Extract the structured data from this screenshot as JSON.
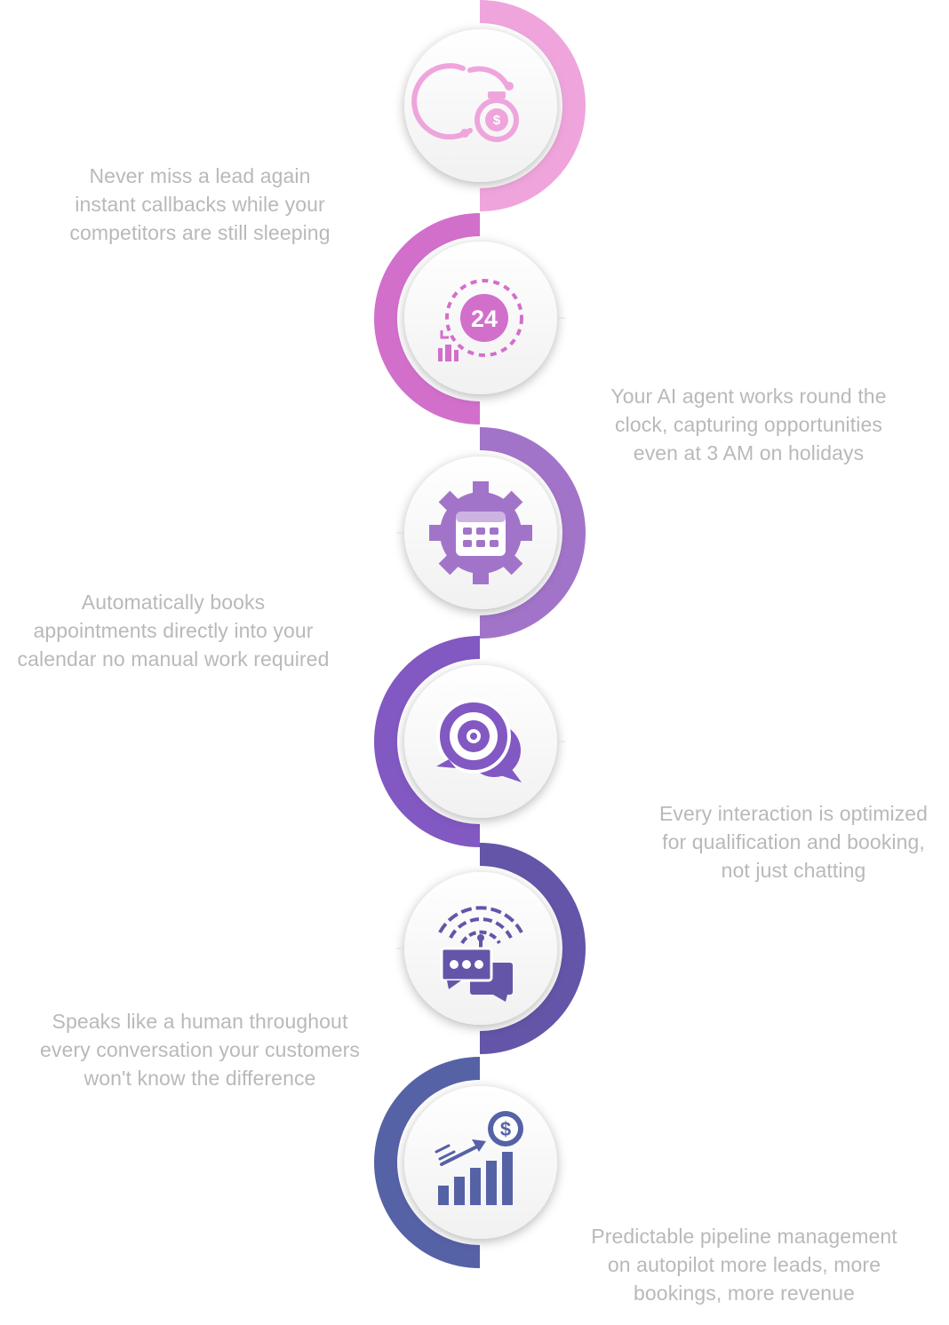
{
  "steps": [
    {
      "icon": "stopwatch-dollar-icon",
      "color": "#EFA5DC",
      "side": "right",
      "caption": "Never miss a lead again\ninstant callbacks while your\ncompetitors are still sleeping"
    },
    {
      "icon": "clock-24-hours-icon",
      "color": "#D26FCB",
      "side": "left",
      "icon_text": "24",
      "caption": "Your AI agent works round the\nclock, capturing opportunities\neven at 3 AM on holidays"
    },
    {
      "icon": "calendar-gear-icon",
      "color": "#A274C9",
      "side": "right",
      "caption": "Automatically books\nappointments directly into your\ncalendar no manual work required"
    },
    {
      "icon": "chat-bubbles-target-icon",
      "color": "#8258C2",
      "side": "left",
      "caption": "Every interaction is optimized\nfor qualification and booking,\nnot just chatting"
    },
    {
      "icon": "wireless-chat-icon",
      "color": "#6455A8",
      "side": "right",
      "caption": "Speaks like a human throughout\nevery conversation your customers\nwon't know the difference"
    },
    {
      "icon": "growth-chart-dollar-icon",
      "color": "#5662A6",
      "side": "left",
      "icon_text": "$",
      "caption": "Predictable pipeline management\non autopilot more leads, more\nbookings, more revenue"
    }
  ]
}
